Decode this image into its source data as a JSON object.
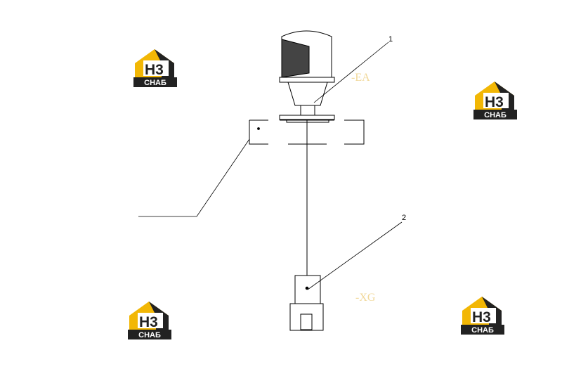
{
  "diagram": {
    "callouts": [
      {
        "id": "1",
        "label": "1"
      },
      {
        "id": "2",
        "label": "2"
      }
    ],
    "component_codes": [
      {
        "id": "EA",
        "label": "-EA"
      },
      {
        "id": "XG",
        "label": "-XG"
      }
    ]
  },
  "watermark": {
    "brand_text": "СНАБ",
    "letters": "H3",
    "colors": {
      "yellow": "#f2b705",
      "dark": "#222222",
      "white": "#ffffff"
    }
  },
  "colors": {
    "line": "#000000",
    "code_text": "#f1d89a"
  }
}
